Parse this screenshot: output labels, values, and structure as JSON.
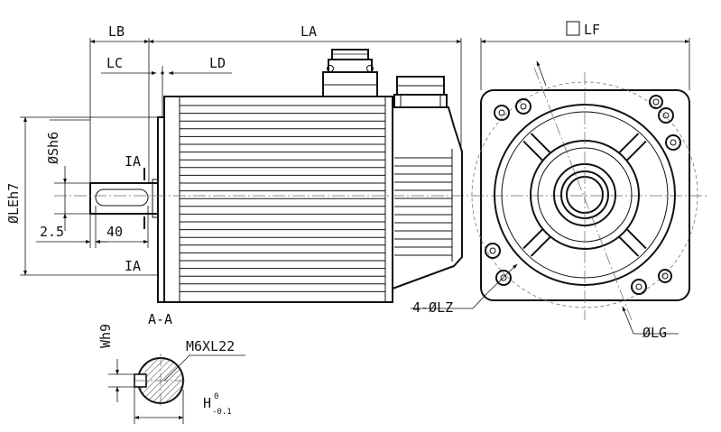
{
  "labels": {
    "lb": "LB",
    "la": "LA",
    "lf": "LF",
    "lc": "LC",
    "ld": "LD",
    "sh6": "ØSh6",
    "leh7": "ØLEh7",
    "ia_top": "IA",
    "ia_bottom": "IA",
    "d25": "2.5",
    "d40": "40",
    "lz": "4-ØLZ",
    "lg": "ØLG",
    "section": "A-A",
    "wh9": "Wh9",
    "thread": "M6XL22",
    "h": "H",
    "h_upper": "0",
    "h_lower": "-0.1"
  },
  "icons": {
    "square_symbol": "square-symbol-icon"
  },
  "colors": {
    "line": "#111111",
    "background": "#ffffff",
    "centerline": "#666666"
  }
}
